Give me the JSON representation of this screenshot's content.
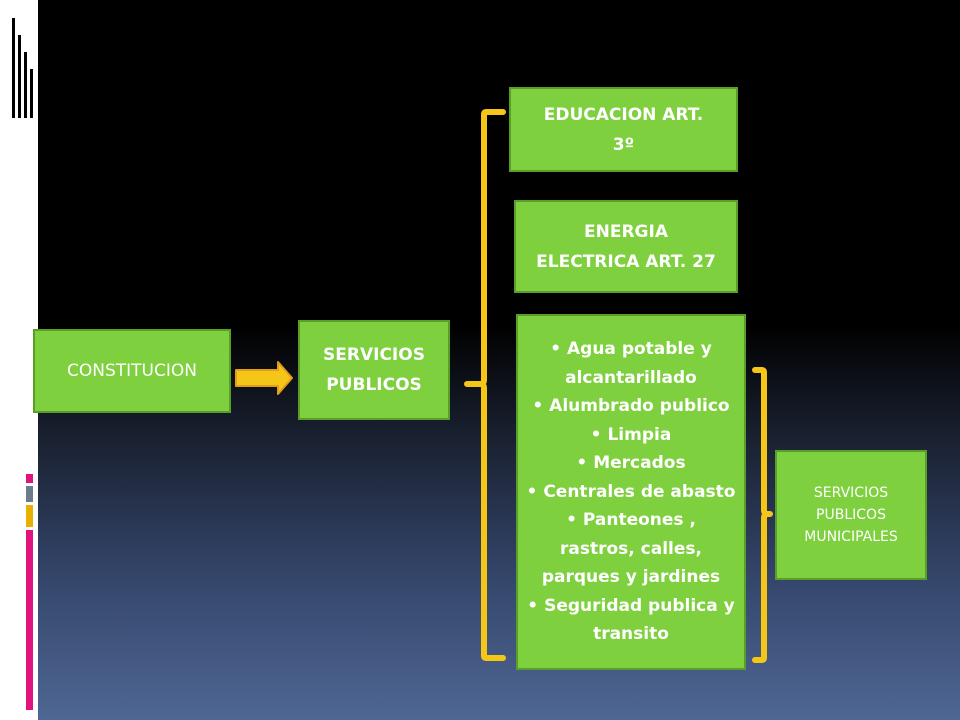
{
  "boxes": {
    "constitucion": "CONSTITUCION",
    "servicios_publicos": "SERVICIOS PUBLICOS",
    "educacion": "EDUCACION ART. 3º",
    "energia": "ENERGIA ELECTRICA ART. 27",
    "servicios_municipales": "SERVICIOS PUBLICOS MUNICIPALES"
  },
  "municipal_list": [
    "Agua potable y alcantarillado",
    "Alumbrado publico",
    "Limpia",
    "Mercados",
    "Centrales de abasto",
    "Panteones , rastros, calles, parques y jardines",
    "Seguridad publica y transito"
  ],
  "colors": {
    "box_fill": "#7ed03e",
    "bracket": "#f5c518",
    "arrow": "#f5c518",
    "accent_pink": "#e0147c",
    "accent_gray": "#6b7b8c",
    "accent_gold": "#e8b100"
  }
}
